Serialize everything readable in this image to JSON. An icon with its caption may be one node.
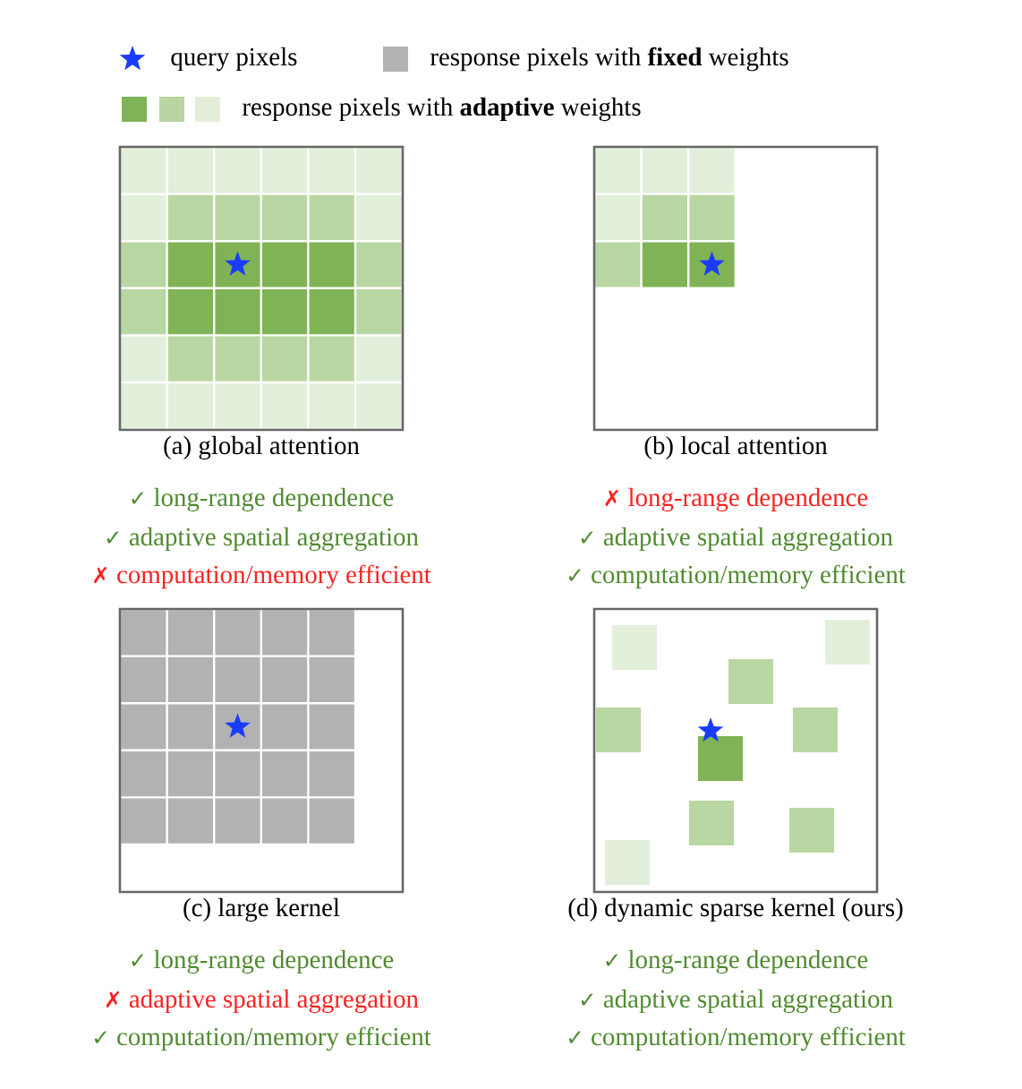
{
  "diagram": {
    "labels": [
      "(a) global attention",
      "✓ long-range dependence",
      "✓ adaptive spatial aggregation",
      "✗ computation/memory efficient",
      "(b) local attention",
      "✗ long-range dependence",
      "✓ adaptive spatial aggregation",
      "✓ computation/memory efficient",
      "(c) large kernel",
      "✓ long-range dependence",
      "✗ adaptive spatial aggregation",
      "✓ computation/memory efficient",
      "(d) dynamic sparse kernel (ours)",
      "✓ long-range dependence",
      "✓ adaptive spatial aggregation",
      "✓ computation/memory efficient"
    ],
    "legend": [
      {
        "text": "query pixels"
      },
      {
        "text": "response pixels with **fixed** weights",
        "color": "#b2b2b2"
      },
      {
        "text": "response pixels with **adaptive** weights",
        "color": "#7fb356"
      }
    ]
  }
}
